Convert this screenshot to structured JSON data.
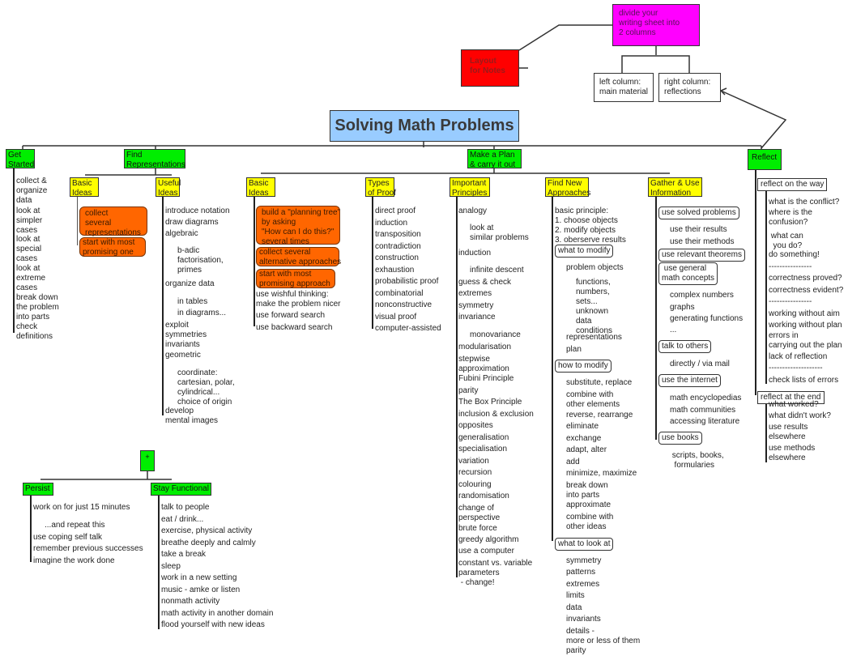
{
  "title": "Solving Math Problems",
  "colors": {
    "title_bg": "#99ccff",
    "green": "#00ee00",
    "yellow": "#ffff00",
    "orange": "#ff6600",
    "red": "#ff0000",
    "magenta": "#ff00ff"
  },
  "layout_notes": {
    "label": "Layout\nfor Notes",
    "divide": "divide your\nwriting sheet into\n2 columns",
    "left_column": "left column:\nmain material",
    "right_column": "right column:\nreflections"
  },
  "get_started": {
    "label": "Get\nStarted",
    "items": [
      "collect &\norganize\ndata",
      "look at\nsimpler\ncases",
      "look at\nspecial\ncases",
      "look at\nextreme\ncases",
      "break down\nthe problem\ninto parts",
      "check\ndefinitions"
    ]
  },
  "find_representations": {
    "label": "Find\nRepresentations",
    "basic_ideas": {
      "label": "Basic\nIdeas",
      "items": [
        "collect\nseveral\nrepresentations",
        "start with most\npromising one"
      ]
    },
    "useful_ideas": {
      "label": "Useful\nIdeas",
      "items": [
        "introduce notation",
        "draw diagrams",
        "algebraic",
        "b-adic\nfactorisation,\nprimes",
        "organize data",
        "in tables",
        "in diagrams...",
        "exploit\nsymmetries\ninvariants",
        "geometric",
        "coordinate:\ncartesian, polar,\ncylindrical...\nchoice of origin",
        "develop\nmental images"
      ]
    }
  },
  "make_plan": {
    "label": "Make a Plan\n& carry it out",
    "basic_ideas": {
      "label": "Basic\nIdeas",
      "items": [
        "build a \"planning tree\"\nby asking\n\"How can I do this?\"\nseveral times",
        "collect several\nalternative approaches",
        "start with most\npromising approach",
        "use wishful thinking:\nmake the problem nicer",
        "use forward search",
        "use backward search"
      ]
    },
    "types_of_proof": {
      "label": "Types\nof Proof",
      "items": [
        "direct proof",
        "induction",
        "transposition",
        "contradiction",
        "construction",
        "exhaustion",
        "probabilistic proof",
        "combinatorial",
        "nonconstructive",
        "visual proof",
        "computer-assisted"
      ]
    },
    "important_principles": {
      "label": "Important\nPrinciples",
      "items": [
        "analogy",
        "look at\nsimilar problems",
        "induction",
        "infinite descent",
        "guess & check",
        "extremes",
        "symmetry",
        "invariance",
        "monovariance",
        "modularisation",
        "stepwise\napproximation",
        "Fubini Principle",
        "parity",
        "The Box Principle",
        "inclusion & exclusion",
        "opposites",
        "generalisation",
        "specialisation",
        "variation",
        "recursion",
        "colouring",
        "randomisation",
        "change of\nperspective",
        "brute force",
        "greedy algorithm",
        "use a computer",
        "constant vs. variable\nparameters\n - change!"
      ]
    },
    "find_new_approaches": {
      "label": "Find New\nApproaches",
      "basic_principle": "basic principle:\n1. choose objects\n2. modify objects\n3. oberserve results",
      "what_to_modify": {
        "label": "what to modify",
        "items": [
          "problem objects",
          "functions,\nnumbers,\nsets...\nunknown\ndata\nconditions",
          "representations",
          "plan"
        ]
      },
      "how_to_modify": {
        "label": "how to modify",
        "items": [
          "substitute, replace",
          "combine with\nother elements",
          "reverse, rearrange",
          "eliminate",
          "exchange",
          "adapt, alter",
          "add",
          "minimize, maximize",
          "break down\ninto parts",
          "approximate",
          "combine with\nother ideas"
        ]
      },
      "what_to_look_at": {
        "label": "what to look at",
        "items": [
          "symmetry",
          "patterns",
          "extremes",
          "limits",
          "data",
          "invariants",
          "details -\nmore or less of them",
          "parity"
        ]
      }
    },
    "gather_info": {
      "label": "Gather & Use\nInformation",
      "use_solved": {
        "label": "use solved problems",
        "items": [
          "use their results",
          "use their methods"
        ]
      },
      "use_theorems": {
        "label": "use relevant theorems"
      },
      "use_concepts": {
        "label": " use general\nmath concepts",
        "items": [
          "complex numbers",
          "graphs",
          "generating functions",
          "..."
        ]
      },
      "talk": {
        "label": "talk to others",
        "items": [
          "directly / via mail"
        ]
      },
      "internet": {
        "label": "use the internet",
        "items": [
          "math encyclopedias",
          "math communities",
          "accessing literature"
        ]
      },
      "books": {
        "label": "use books",
        "items": [
          " scripts, books,\n  formularies"
        ]
      }
    }
  },
  "reflect": {
    "label": "Reflect",
    "on_the_way": {
      "label": "reflect on the way",
      "items": [
        "what is the conflict?",
        "where is the\nconfusion?",
        " what can\n  you do?",
        "do something!",
        "----------------",
        "correctness proved?",
        "correctness evident?",
        "----------------",
        "working without aim",
        "working without plan",
        "errors in\ncarrying out the plan",
        "lack of reflection",
        "--------------------",
        "check lists of errors"
      ]
    },
    "at_the_end": {
      "label": "reflect at the end",
      "items": [
        "what worked?",
        "what didn't work?",
        "use results\nelsewhere",
        "use methods\nelsewhere"
      ]
    }
  },
  "plus": {
    "label": "+",
    "persist": {
      "label": "Persist",
      "items": [
        "work on for just 15 minutes",
        "...and repeat this",
        "use coping self talk",
        "remember previous successes",
        "imagine the work done"
      ]
    },
    "stay_functional": {
      "label": "Stay Functional",
      "items": [
        "talk to people",
        "eat / drink...",
        "exercise, physical activity",
        "breathe deeply and calmly",
        "take a break",
        "sleep",
        "work in a new setting",
        "music - amke or listen",
        "nonmath activity",
        "math activity in another domain",
        "flood yourself with new ideas"
      ]
    }
  }
}
